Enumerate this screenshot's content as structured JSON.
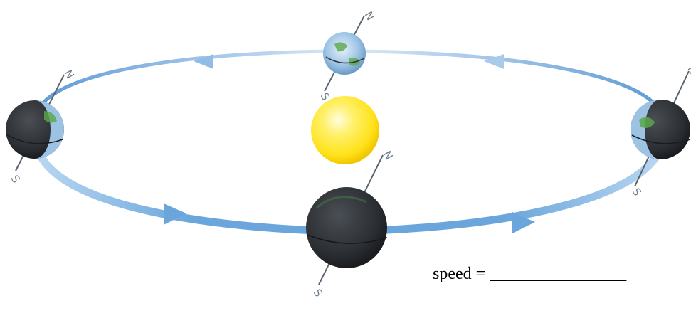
{
  "diagram": {
    "axis_labels": {
      "north": "N",
      "south": "S"
    },
    "speed": {
      "label": "speed =",
      "blank": "________________"
    }
  },
  "colors": {
    "orbit": "#6aa6dc",
    "orbit_light": "#cfe3f5",
    "sun": "#ffe21a",
    "earth_dark": "#2a2d31",
    "earth_ocean": "#8fb9dc",
    "earth_land": "#5aa84a"
  }
}
